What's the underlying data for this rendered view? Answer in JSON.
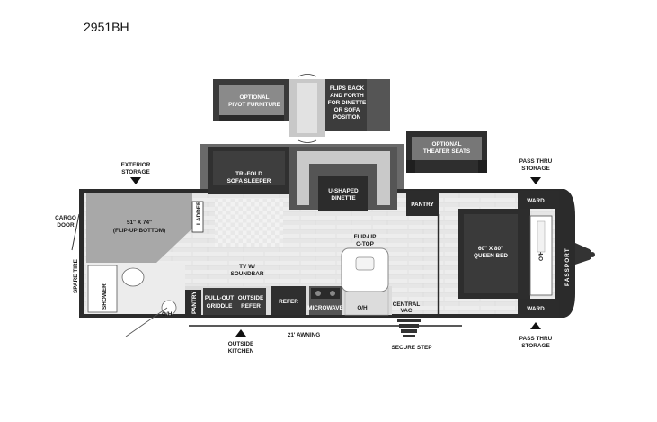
{
  "model": "2951BH",
  "brand": "PASSPORT",
  "labels": {
    "optional_pivot": [
      "OPTIONAL",
      "PIVOT FURNITURE"
    ],
    "flips_back": [
      "FLIPS BACK",
      "AND FORTH",
      "FOR DINETTE",
      "OR SOFA",
      "POSITION"
    ],
    "optional_theater": [
      "OPTIONAL",
      "THEATER SEATS"
    ],
    "exterior_storage": [
      "EXTERIOR",
      "STORAGE"
    ],
    "pass_thru_top": [
      "PASS THRU",
      "STORAGE"
    ],
    "pass_thru_bottom": [
      "PASS THRU",
      "STORAGE"
    ],
    "tri_fold": [
      "TRI-FOLD",
      "SOFA SLEEPER"
    ],
    "u_dinette": [
      "U-SHAPED",
      "DINETTE"
    ],
    "cargo_door": [
      "CARGO",
      "DOOR"
    ],
    "bunk": [
      "51\" X 74\"",
      "(FLIP-UP BOTTOM)"
    ],
    "ladder": "LADDER",
    "pantry_top": "PANTRY",
    "ward_top": "WARD",
    "ward_bottom": "WARD",
    "queen_bed": [
      "60\" X 80\"",
      "QUEEN BED"
    ],
    "oh_bed": "O/H",
    "spare_tire": "SPARE TIRE",
    "shower": "SHOWER",
    "oh_bath": "O/H",
    "tv": [
      "TV W/",
      "SOUNDBAR"
    ],
    "flip_up": [
      "FLIP-UP",
      "C-TOP"
    ],
    "pantry_bottom": "PANTRY",
    "griddle": [
      "PULL-OUT",
      "GRIDDLE"
    ],
    "outside_refer": [
      "OUTSIDE",
      "REFER"
    ],
    "refer": "REFER",
    "microwave": "MICROWAVE",
    "oh_kitchen": "O/H",
    "central_vac": [
      "CENTRAL",
      "VAC"
    ],
    "outside_kitchen": [
      "OUTSIDE",
      "KITCHEN"
    ],
    "awning": "21' AWNING",
    "secure_step": "SECURE STEP"
  }
}
